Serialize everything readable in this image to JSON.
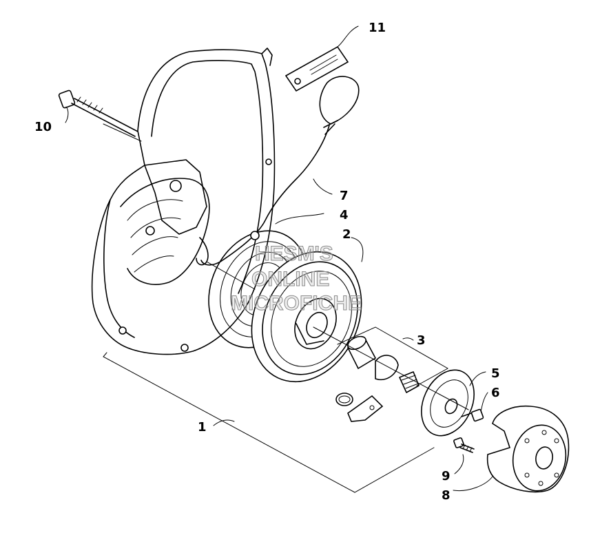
{
  "callouts": {
    "c1": "1",
    "c2": "2",
    "c3": "3",
    "c4": "4",
    "c5": "5",
    "c6": "6",
    "c7": "7",
    "c8": "8",
    "c9": "9",
    "c10": "10",
    "c11": "11"
  },
  "watermark": {
    "line1": "HESM'S",
    "line2": "ONLINE",
    "line3": "MICROFICHE"
  }
}
